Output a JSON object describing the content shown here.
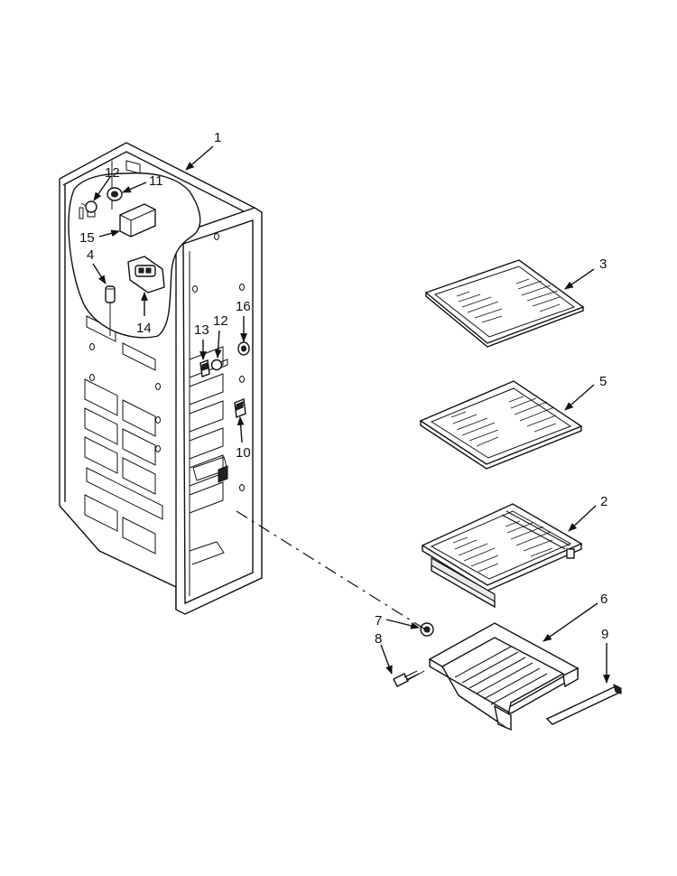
{
  "callouts": {
    "c1": "1",
    "c2": "2",
    "c3": "3",
    "c4": "4",
    "c5": "5",
    "c6": "6",
    "c7": "7",
    "c8": "8",
    "c9": "9",
    "c10": "10",
    "c11": "11",
    "c12a": "12",
    "c12b": "12",
    "c13": "13",
    "c14": "14",
    "c15": "15",
    "c16": "16"
  }
}
